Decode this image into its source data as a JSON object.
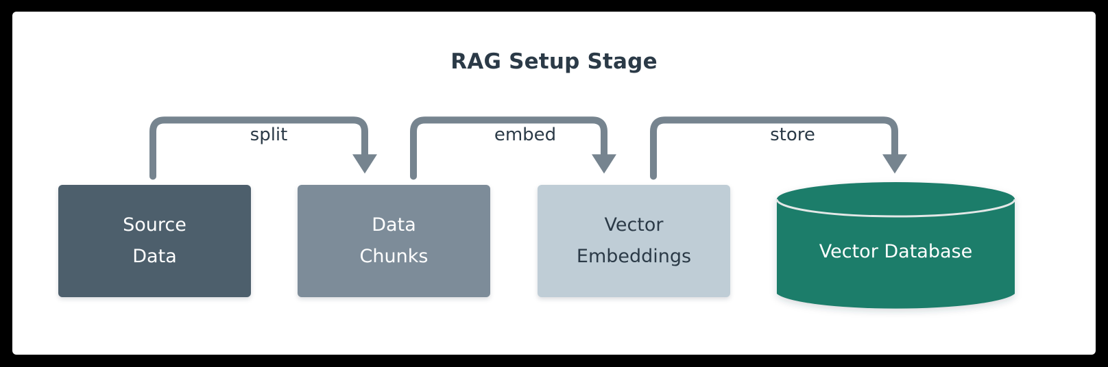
{
  "diagram": {
    "title": "RAG Setup Stage",
    "type": "flow",
    "canvas_background": "#ffffff",
    "frame_color": "#000000",
    "nodes": [
      {
        "id": "source",
        "label_line1": "Source",
        "label_line2": "Data",
        "shape": "rounded-rect",
        "fill": "#4d5f6c",
        "text_color": "#ffffff"
      },
      {
        "id": "chunks",
        "label_line1": "Data",
        "label_line2": "Chunks",
        "shape": "rounded-rect",
        "fill": "#7d8c99",
        "text_color": "#ffffff"
      },
      {
        "id": "embeddings",
        "label_line1": "Vector",
        "label_line2": "Embeddings",
        "shape": "rounded-rect",
        "fill": "#bfcdd6",
        "text_color": "#2b3a47"
      },
      {
        "id": "database",
        "label_line1": "Vector Database",
        "label_line2": "",
        "shape": "cylinder",
        "fill": "#1e7d6b",
        "text_color": "#ffffff"
      }
    ],
    "edges": [
      {
        "id": "split",
        "label": "split",
        "from": "source",
        "to": "chunks",
        "color": "#76848f"
      },
      {
        "id": "embed",
        "label": "embed",
        "from": "chunks",
        "to": "embeddings",
        "color": "#76848f"
      },
      {
        "id": "store",
        "label": "store",
        "from": "embeddings",
        "to": "database",
        "color": "#76848f"
      }
    ]
  }
}
